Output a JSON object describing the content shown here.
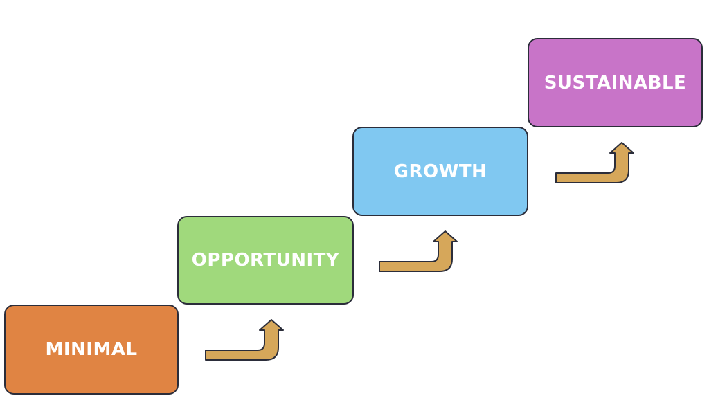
{
  "steps": [
    {
      "label": "MINIMAL",
      "color": "#e08443"
    },
    {
      "label": "OPPORTUNITY",
      "color": "#a0d97c"
    },
    {
      "label": "GROWTH",
      "color": "#80c8f1"
    },
    {
      "label": "SUSTAINABLE",
      "color": "#c874c8"
    }
  ],
  "arrow_color": "#d6a75a",
  "outline_color": "#2b2d3a"
}
